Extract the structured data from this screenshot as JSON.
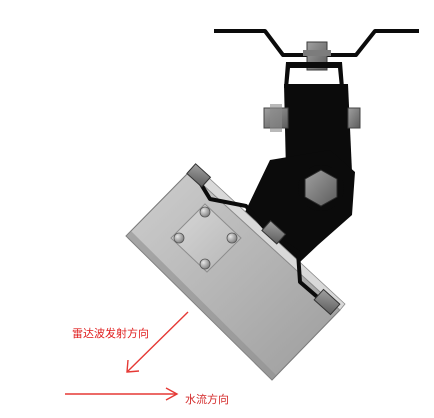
{
  "labels": {
    "radar_direction": "雷达波发射方向",
    "water_flow_direction": "水流方向"
  },
  "colors": {
    "arrow_red": "#e53935",
    "bracket_black": "#0b0b0b",
    "housing_gray": "#b8b8b8",
    "plate_gray": "#c7c7c7",
    "bolt_gray": "#8e8e8e",
    "background": "#ffffff"
  },
  "icons": {
    "radar_arrow": "diagonal-arrow-down-left",
    "flow_arrow": "horizontal-arrow-right"
  }
}
